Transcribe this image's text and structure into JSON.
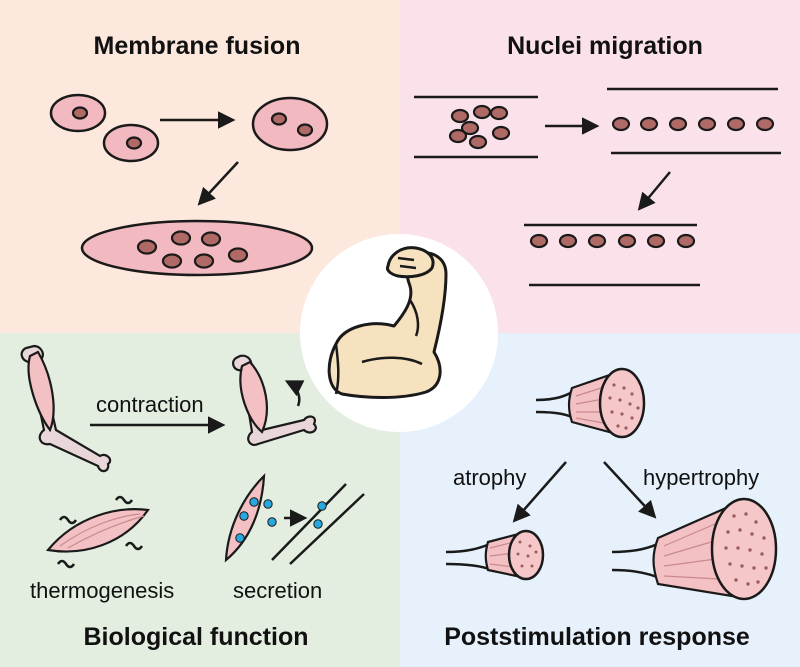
{
  "panels": {
    "top_left": {
      "title": "Membrane fusion",
      "bg": "#fce8dc"
    },
    "top_right": {
      "title": "Nuclei migration",
      "bg": "#fbe2ea"
    },
    "bottom_left": {
      "title": "Biological function",
      "bg": "#e3eee1",
      "labels": {
        "contraction": "contraction",
        "thermogenesis": "thermogenesis",
        "secretion": "secretion"
      }
    },
    "bottom_right": {
      "title": "Poststimulation response",
      "bg": "#e7f1fb",
      "labels": {
        "atrophy": "atrophy",
        "hypertrophy": "hypertrophy"
      }
    }
  },
  "center": {
    "icon": "flexed-arm-icon",
    "bg": "#ffffff"
  },
  "colors": {
    "cell_fill": "#f2b9c0",
    "nucleus_fill": "#b06a66",
    "secretion_dot": "#29a8df",
    "outline": "#1a1a1a"
  }
}
